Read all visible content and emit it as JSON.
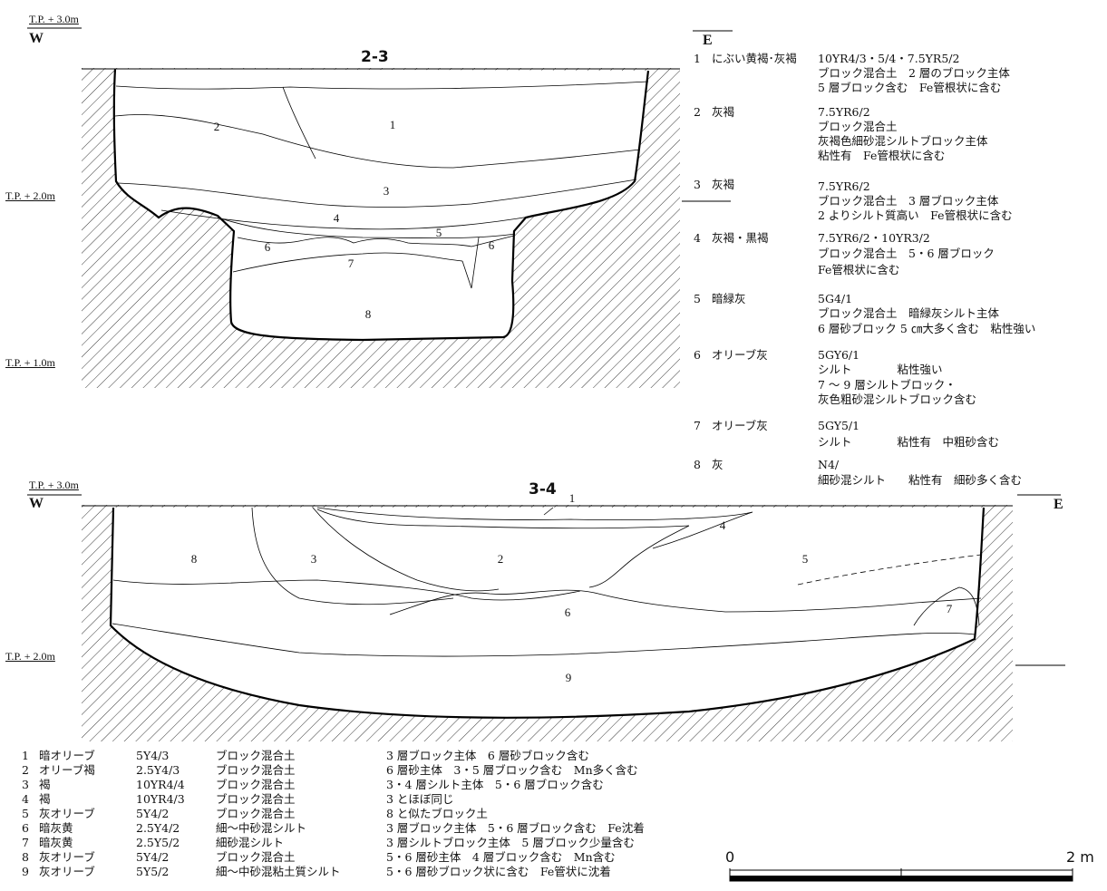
{
  "sections": [
    {
      "title": "2-3",
      "west_label": "W",
      "east_label": "E",
      "tp_labels": [
        "T.P. + 3.0m",
        "T.P. + 2.0m",
        "T.P. + 1.0m"
      ],
      "layer_numbers": [
        "1",
        "2",
        "3",
        "4",
        "5",
        "6",
        "6",
        "7",
        "8"
      ]
    },
    {
      "title": "3-4",
      "west_label": "W",
      "east_label": "E",
      "tp_labels": [
        "T.P. + 3.0m",
        "T.P. + 2.0m"
      ],
      "layer_numbers": [
        "1",
        "2",
        "3",
        "4",
        "5",
        "6",
        "7",
        "8",
        "9"
      ]
    }
  ],
  "legend_2_3": [
    {
      "no": "1",
      "name": "にぶい黄褐･灰褐",
      "lines": [
        "10YR4/3・5/4・7.5YR5/2",
        "ブロック混合土　2 層のブロック主体",
        "5 層ブロック含む　Fe管根状に含む"
      ]
    },
    {
      "no": "2",
      "name": "灰褐",
      "lines": [
        "7.5YR6/2",
        "ブロック混合土",
        "灰褐色細砂混シルトブロック主体",
        "粘性有　Fe管根状に含む"
      ]
    },
    {
      "no": "3",
      "name": "灰褐",
      "lines": [
        "7.5YR6/2",
        "ブロック混合土　3 層ブロック主体",
        "2 よりシルト質高い　Fe管根状に含む"
      ]
    },
    {
      "no": "4",
      "name": "灰褐・黒褐",
      "lines": [
        "7.5YR6/2・10YR3/2",
        "ブロック混合土　5・6 層ブロック",
        "Fe管根状に含む"
      ]
    },
    {
      "no": "5",
      "name": "暗緑灰",
      "lines": [
        "5G4/1",
        "ブロック混合土　暗緑灰シルト主体",
        "6 層砂ブロック 5 ㎝大多く含む　粘性強い"
      ]
    },
    {
      "no": "6",
      "name": "オリーブ灰",
      "lines": [
        "5GY6/1",
        "シルト　　　　粘性強い",
        "7 ～ 9 層シルトブロック・",
        "灰色粗砂混シルトブロック含む"
      ]
    },
    {
      "no": "7",
      "name": "オリーブ灰",
      "lines": [
        "5GY5/1",
        "シルト　　　　粘性有　中粗砂含む"
      ]
    },
    {
      "no": "8",
      "name": "灰",
      "lines": [
        "N4/",
        "細砂混シルト　　粘性有　細砂多く含む"
      ]
    }
  ],
  "legend_3_4": [
    {
      "no": "1",
      "name": "暗オリーブ",
      "color": "5Y4/3",
      "type": "ブロック混合土",
      "note": "3 層ブロック主体　6 層砂ブロック含む"
    },
    {
      "no": "2",
      "name": "オリーブ褐",
      "color": "2.5Y4/3",
      "type": "ブロック混合土",
      "note": "6 層砂主体　3・5 層ブロック含む　Mn多く含む"
    },
    {
      "no": "3",
      "name": "褐",
      "color": "10YR4/4",
      "type": "ブロック混合土",
      "note": "3・4 層シルト主体　5・6 層ブロック含む"
    },
    {
      "no": "4",
      "name": "褐",
      "color": "10YR4/3",
      "type": "ブロック混合土",
      "note": "3 とほぼ同じ"
    },
    {
      "no": "5",
      "name": "灰オリーブ",
      "color": "5Y4/2",
      "type": "ブロック混合土",
      "note": "8 と似たブロック土"
    },
    {
      "no": "6",
      "name": "暗灰黄",
      "color": "2.5Y4/2",
      "type": "細～中砂混シルト",
      "note": "3 層ブロック主体　5・6 層ブロック含む　Fe沈着"
    },
    {
      "no": "7",
      "name": "暗灰黄",
      "color": "2.5Y5/2",
      "type": "細砂混シルト",
      "note": "3 層シルトブロック主体　5 層ブロック少量含む"
    },
    {
      "no": "8",
      "name": "灰オリーブ",
      "color": "5Y4/2",
      "type": "ブロック混合土",
      "note": "5・6 層砂主体　4 層ブロック含む　Mn含む"
    },
    {
      "no": "9",
      "name": "灰オリーブ",
      "color": "5Y5/2",
      "type": "細～中砂混粘土質シルト",
      "note": "5・6 層砂ブロック状に含む　Fe管状に沈着"
    }
  ],
  "scale": {
    "start": "0",
    "end": "2 m"
  }
}
